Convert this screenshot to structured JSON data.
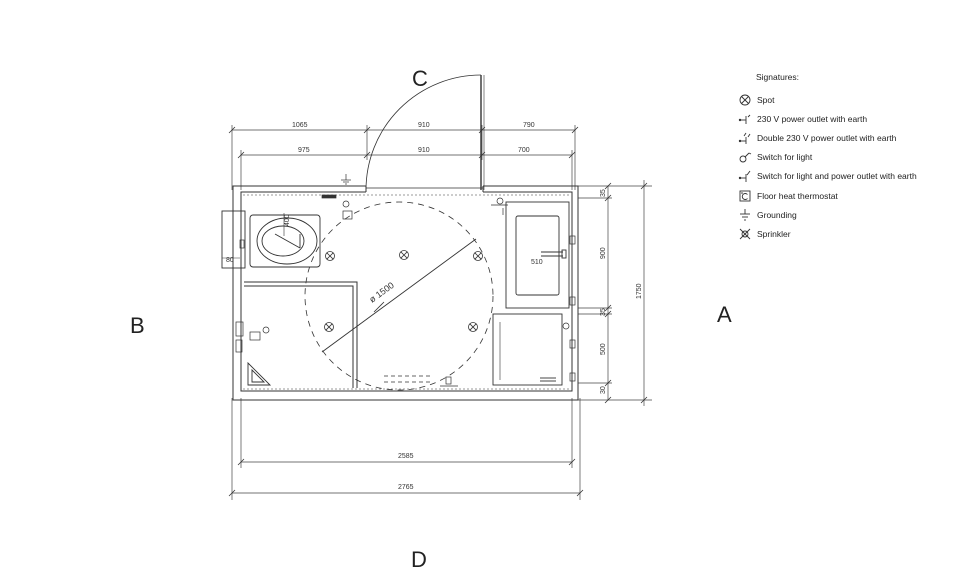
{
  "view_labels": {
    "north": "C",
    "west": "B",
    "east": "A",
    "south": "D"
  },
  "dimensions": {
    "top_outer": [
      "1065",
      "910",
      "790"
    ],
    "top_inner": [
      "975",
      "910",
      "700"
    ],
    "right_inner": [
      "35",
      "900",
      "35",
      "500",
      "30"
    ],
    "right_total": "1750",
    "bottom_inner": "2585",
    "bottom_outer": "2765",
    "left_small": "80",
    "toilet": "400",
    "sink": "510",
    "turning_circle": "ø 1500"
  },
  "legend": {
    "title": "Signatures:",
    "items": [
      {
        "icon": "spot-icon",
        "label": "Spot"
      },
      {
        "icon": "power-outlet-icon",
        "label": "230 V power outlet with earth"
      },
      {
        "icon": "double-power-outlet-icon",
        "label": "Double 230 V power outlet with earth"
      },
      {
        "icon": "light-switch-icon",
        "label": "Switch for light"
      },
      {
        "icon": "light-power-switch-icon",
        "label": "Switch for light and power outlet with earth"
      },
      {
        "icon": "floor-heat-thermostat-icon",
        "label": "Floor heat thermostat"
      },
      {
        "icon": "grounding-icon",
        "label": "Grounding"
      },
      {
        "icon": "sprinkler-icon",
        "label": "Sprinkler"
      }
    ]
  }
}
